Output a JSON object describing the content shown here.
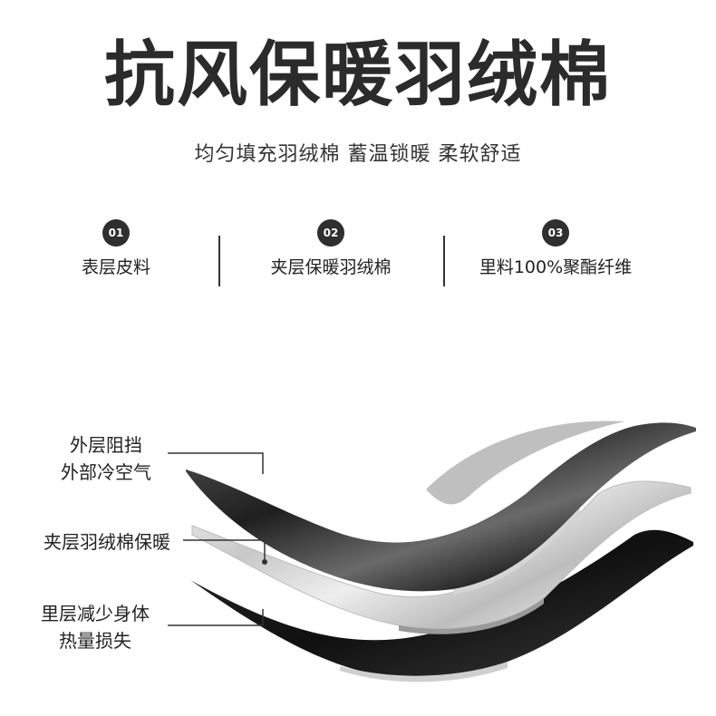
{
  "title": "抗风保暖羽绒棉",
  "subtitle": "均匀填充羽绒棉  蓄温锁暖  柔软舒适",
  "features": [
    {
      "number": "01",
      "label": "表层皮料"
    },
    {
      "number": "02",
      "label": "夹层保暖羽绒棉"
    },
    {
      "number": "03",
      "label": "里料100%聚酯纤维"
    }
  ],
  "callouts": {
    "outer_line1": "外层阻挡",
    "outer_line2": "外部冷空气",
    "middle": "夹层羽绒棉保暖",
    "inner_line1": "里层减少身体",
    "inner_line2": "热量损失"
  },
  "colors": {
    "title": "#2b2b2b",
    "badge": "#2f2f2f",
    "leather": "#1b1b1b",
    "padding": "#d8d8d8"
  }
}
